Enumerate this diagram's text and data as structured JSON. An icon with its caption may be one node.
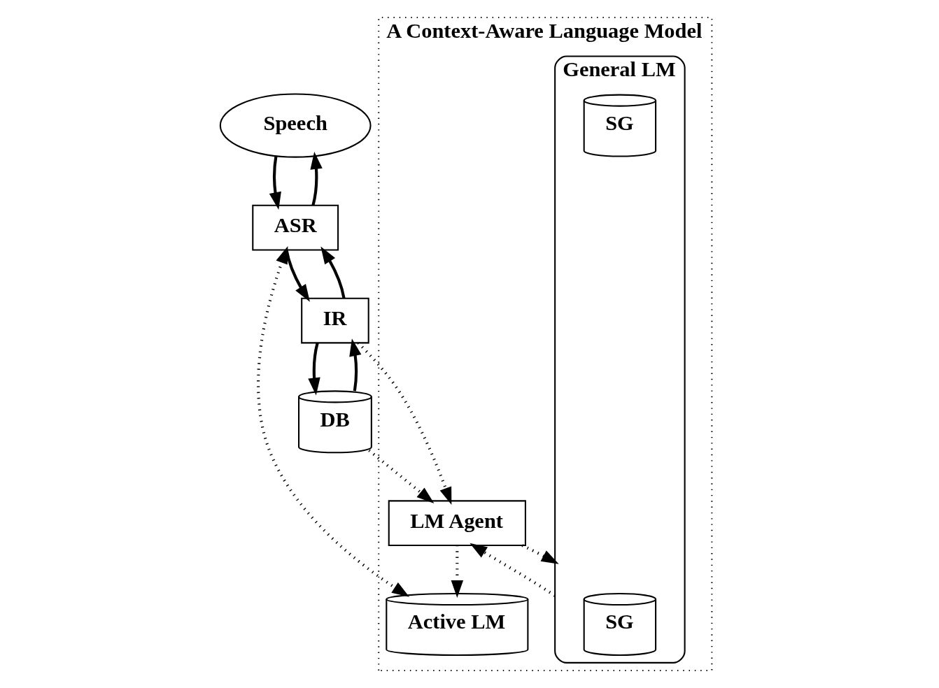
{
  "diagram": {
    "nodes": [
      {
        "text": [
          "Speech"
        ]
      },
      {
        "text": [
          "ASR"
        ]
      },
      {
        "text": [
          "IR"
        ]
      },
      {
        "text": [
          "DB"
        ]
      },
      {
        "text": [
          "A Context-Aware Language Model"
        ]
      },
      {
        "text": [
          "Active LM"
        ],
        "in": 4
      },
      {
        "text": [
          "LM Agent"
        ],
        "in": 4
      },
      {
        "text": [
          "General LM"
        ],
        "in": 4
      },
      {
        "text": [
          "SG"
        ],
        "in": 7
      },
      {
        "text": [
          "SG"
        ],
        "in": 7
      }
    ],
    "edges": [
      {
        "from": 0,
        "to": 1,
        "arrow": "to"
      },
      {
        "from": 1,
        "to": 0,
        "arrow": "to"
      },
      {
        "from": 1,
        "to": 5,
        "arrow": "both",
        "style": "dashed"
      },
      {
        "from": 1,
        "to": 2,
        "arrow": "to"
      },
      {
        "from": 2,
        "to": 1,
        "arrow": "to"
      },
      {
        "from": 2,
        "to": 3,
        "arrow": "to"
      },
      {
        "from": 3,
        "to": 2,
        "arrow": "to"
      },
      {
        "from": 2,
        "to": 6,
        "arrow": "to",
        "style": "dashed"
      },
      {
        "from": 3,
        "to": 6,
        "arrow": "to",
        "style": "dashed"
      },
      {
        "from": 6,
        "to": 5,
        "arrow": "to",
        "style": "dashed"
      },
      {
        "from": 6,
        "to": 7,
        "arrow": "to",
        "style": "dashed"
      },
      {
        "from": 7,
        "to": 6,
        "arrow": "to",
        "style": "dashed"
      }
    ]
  }
}
